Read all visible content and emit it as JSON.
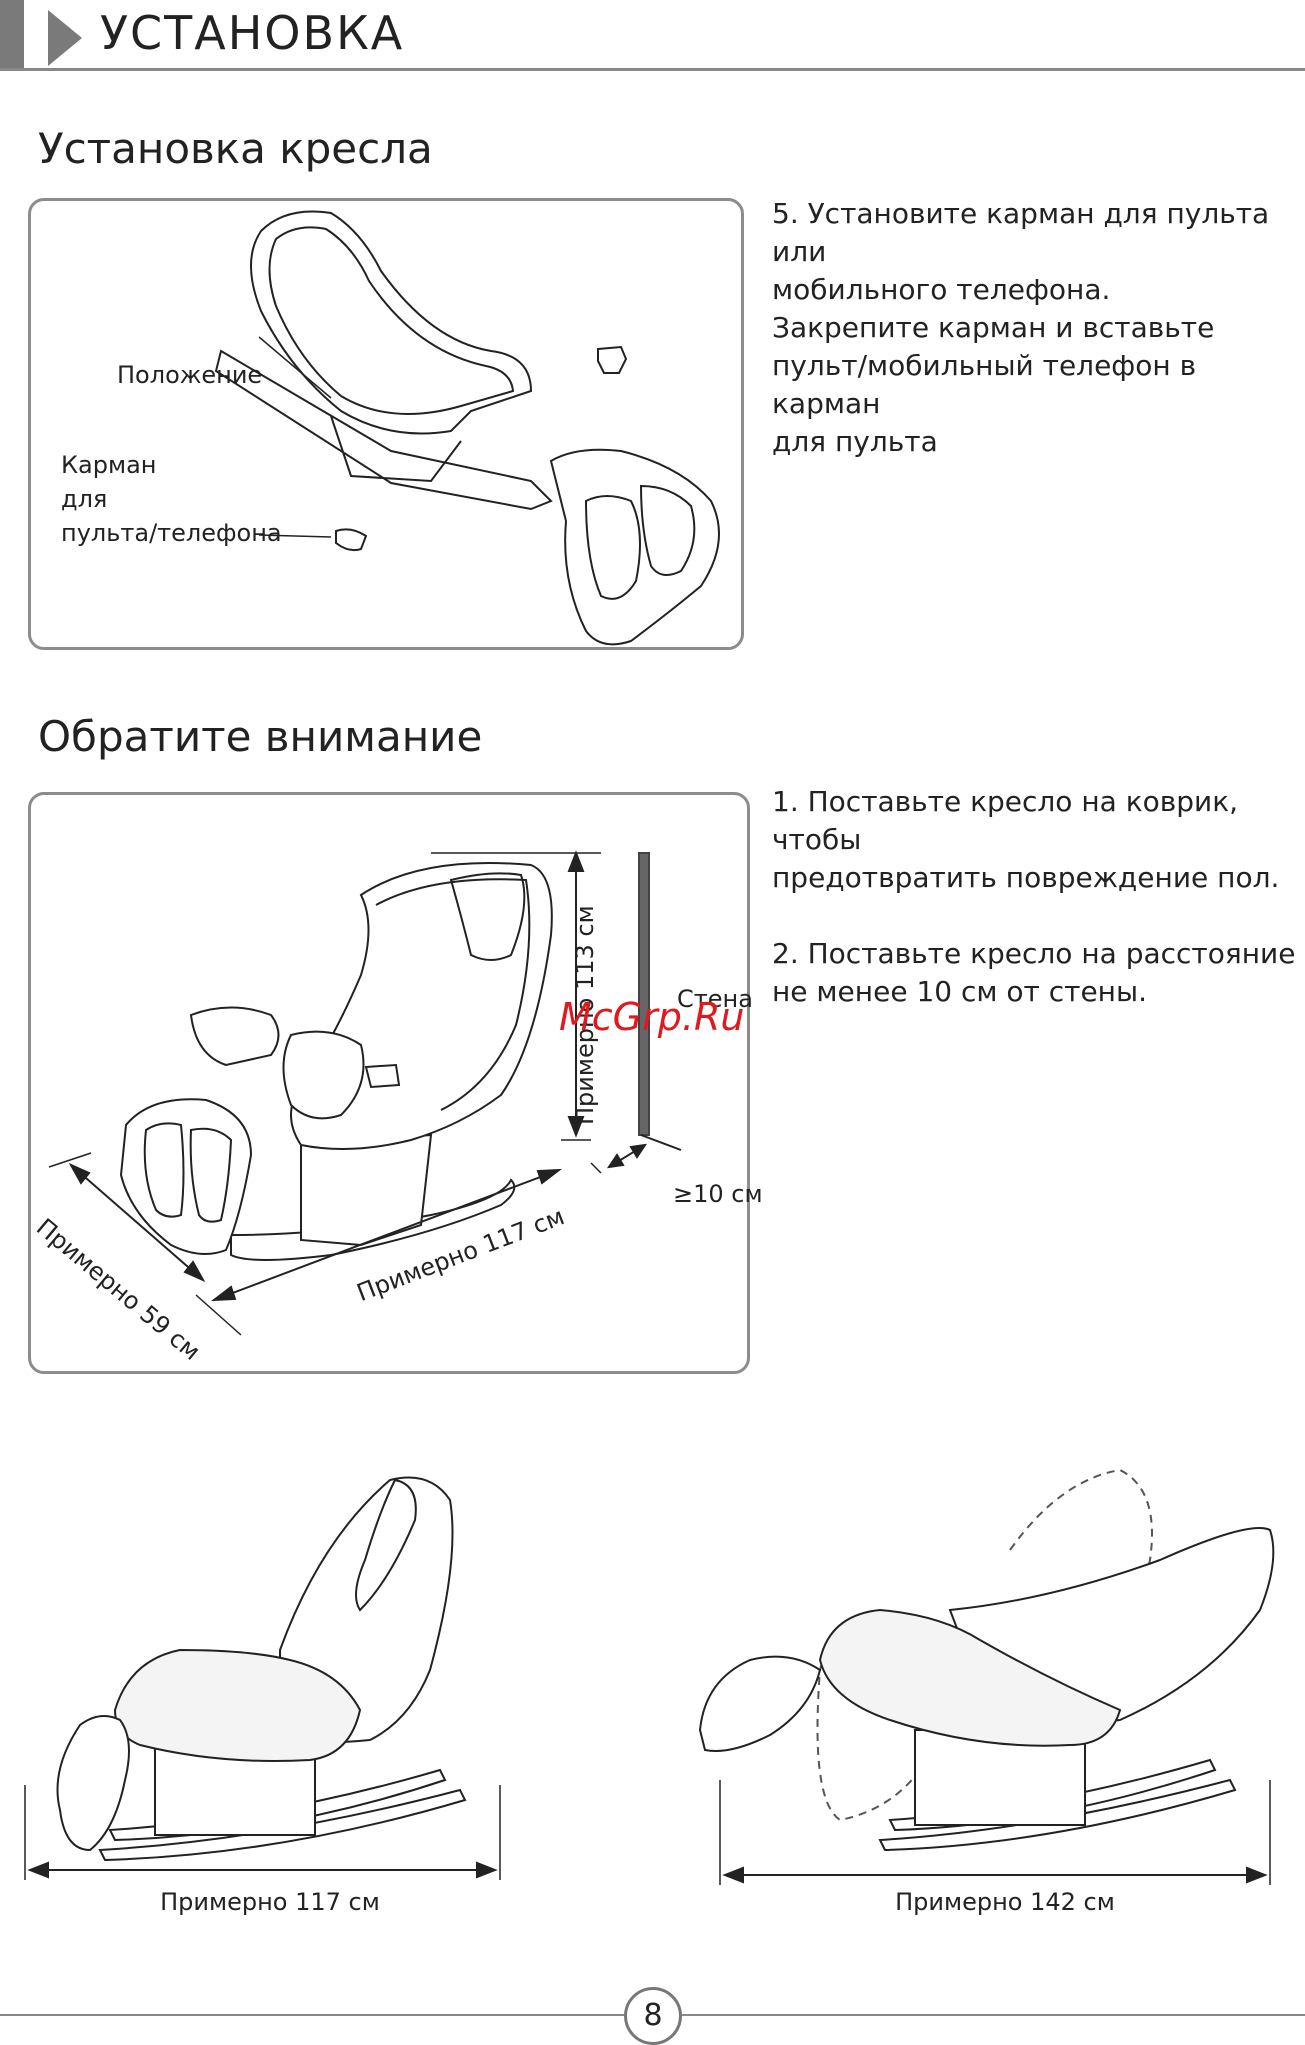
{
  "header": {
    "title": "УСТАНОВКА"
  },
  "section1": {
    "title": "Установка кресла",
    "labels": {
      "position": "Положение",
      "pocket_line1": "Карман",
      "pocket_line2": "для",
      "pocket_line3": "пульта/телефона"
    },
    "text": [
      "5. Установите карман для пульта или",
      "мобильного телефона.",
      "Закрепите карман и вставьте",
      "пульт/мобильный телефон в карман",
      "для пульта"
    ]
  },
  "section2": {
    "title": "Обратите внимание",
    "labels": {
      "height": "Примерно 113 см",
      "wall": "Стена",
      "gap": "≥10 см",
      "length": "Примерно 117 см",
      "width": "Примерно 59 см"
    },
    "watermark": "McGrp.Ru",
    "text": {
      "p1_line1": "1. Поставьте кресло на коврик, чтобы",
      "p1_line2": "предотвратить повреждение пол.",
      "p2_line1": "2. Поставьте кресло на расстояние",
      "p2_line2": "не менее 10 см от стены."
    }
  },
  "section3": {
    "caption_left": "Примерно 117 см",
    "caption_right": "Примерно 142 см"
  },
  "footer": {
    "page_number": "8"
  }
}
